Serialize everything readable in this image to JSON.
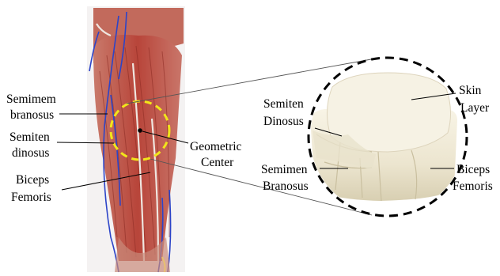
{
  "left_labels": {
    "semimembranosus": [
      "Semimem",
      "branosus"
    ],
    "semitendinosus": [
      "Semiten",
      "dinosus"
    ],
    "biceps_femoris": [
      "Biceps",
      "Femoris"
    ]
  },
  "center_label": [
    "Geometric",
    "Center"
  ],
  "right_labels": {
    "semitendinosus": [
      "Semiten",
      "Dinosus"
    ],
    "semimembranosus": [
      "Semimen",
      "Branosus"
    ],
    "skin_layer": [
      "Skin",
      "Layer"
    ],
    "biceps_femoris": [
      "Biceps",
      "Femoris"
    ]
  },
  "colors": {
    "muscle": "#b8453a",
    "muscle_dark": "#8a2a22",
    "vein": "#2c44c8",
    "highlight_circle": "#f2e51a",
    "sample": "#f1ecda",
    "zoom_circle": "#000000"
  }
}
